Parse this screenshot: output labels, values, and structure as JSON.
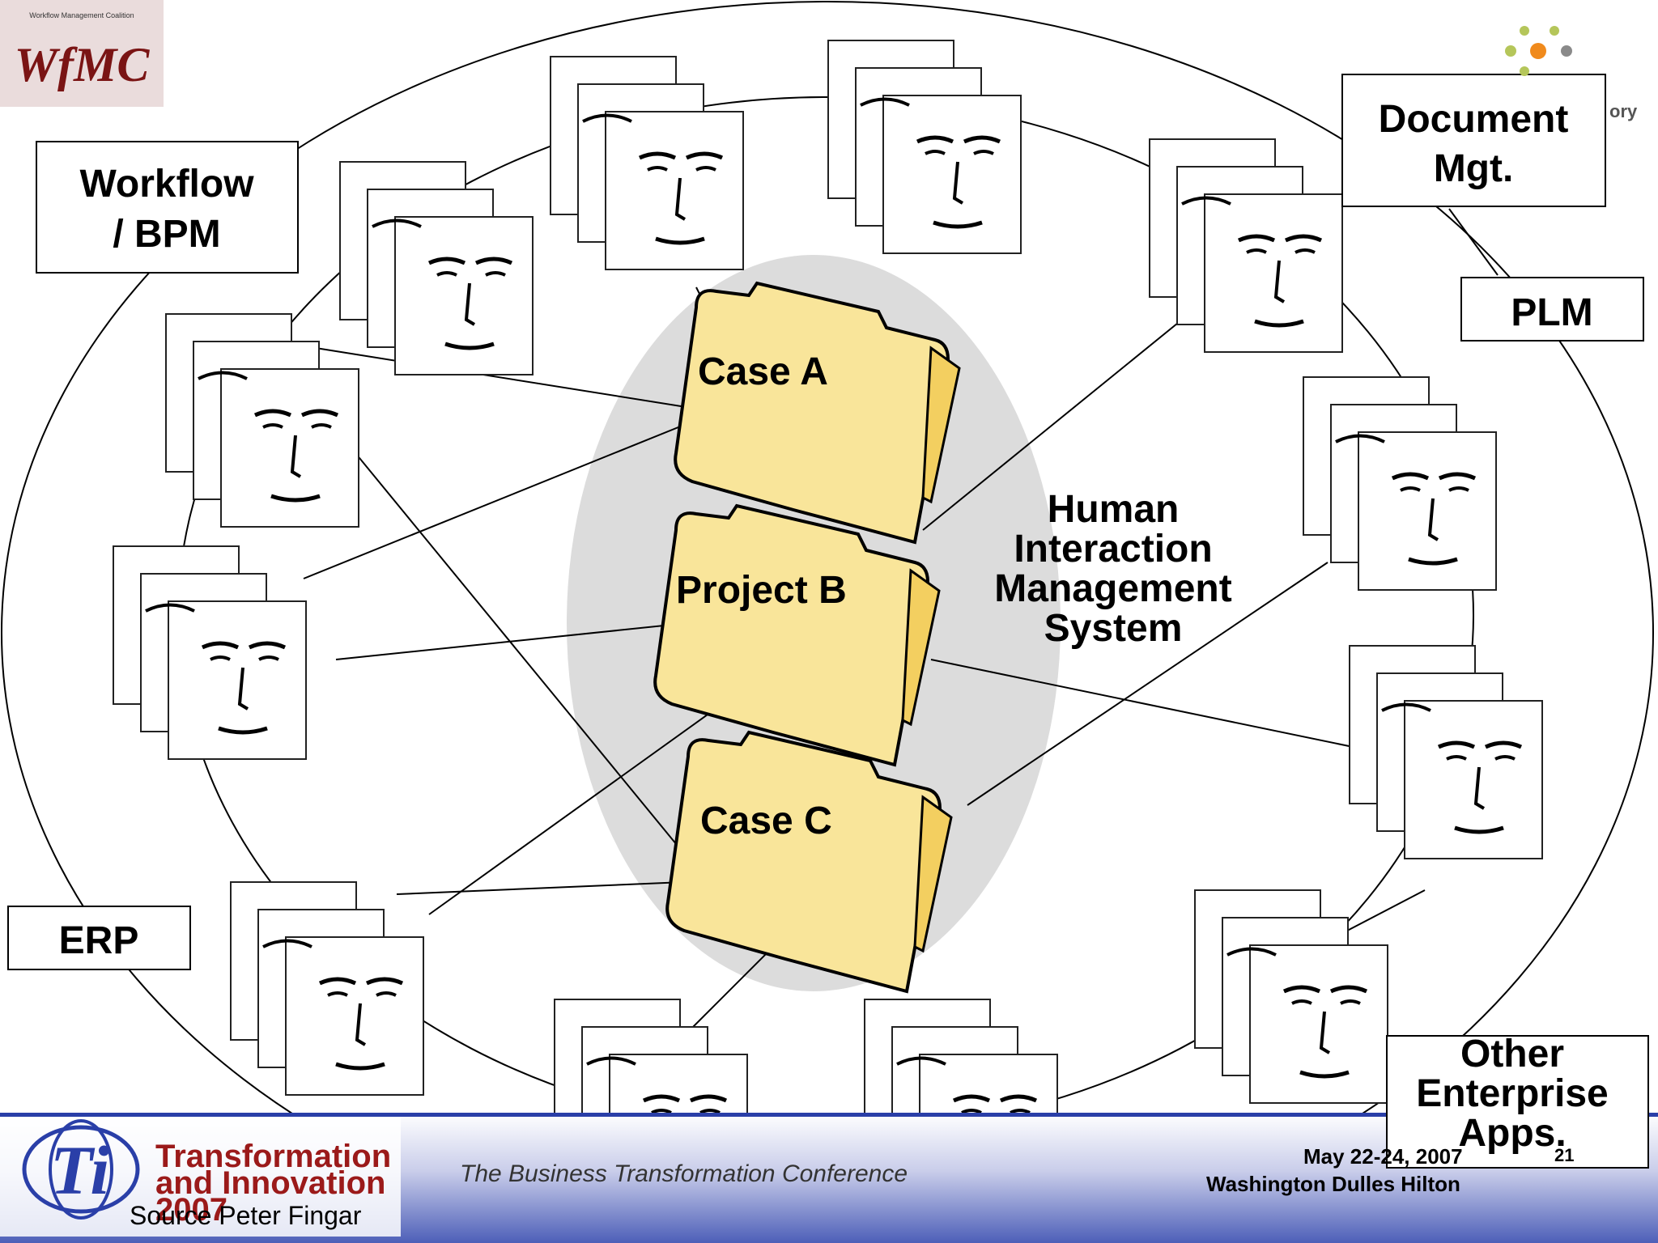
{
  "systems": {
    "workflow": [
      "Workflow",
      "/ BPM"
    ],
    "document": [
      "Document",
      "Mgt."
    ],
    "plm": [
      "PLM"
    ],
    "erp": [
      "ERP"
    ],
    "other": [
      "Other",
      "Enterprise",
      "Apps."
    ]
  },
  "center": {
    "lines": [
      "Human",
      "Interaction",
      "Management",
      "System"
    ]
  },
  "folders": [
    "Case A",
    "Project B",
    "Case C"
  ],
  "logos": {
    "wfmc_main": "WfMC",
    "wfmc_small": "Workflow Management Coalition",
    "top_right_partial": "ory",
    "ti_logo_text": "Transformation and Innovation 2007"
  },
  "footer": {
    "source": "Source Peter Fingar",
    "conference": "The Business Transformation Conference",
    "date": "May 22-24, 2007",
    "venue": "Washington Dulles Hilton",
    "page": "21"
  },
  "colors": {
    "folder_fill": "#f9e59a",
    "folder_tab": "#f3cf60",
    "ellipse_fill": "#dcdcdc",
    "footer_blue": "#2a3fa8",
    "ti_red": "#9b1a1a"
  }
}
